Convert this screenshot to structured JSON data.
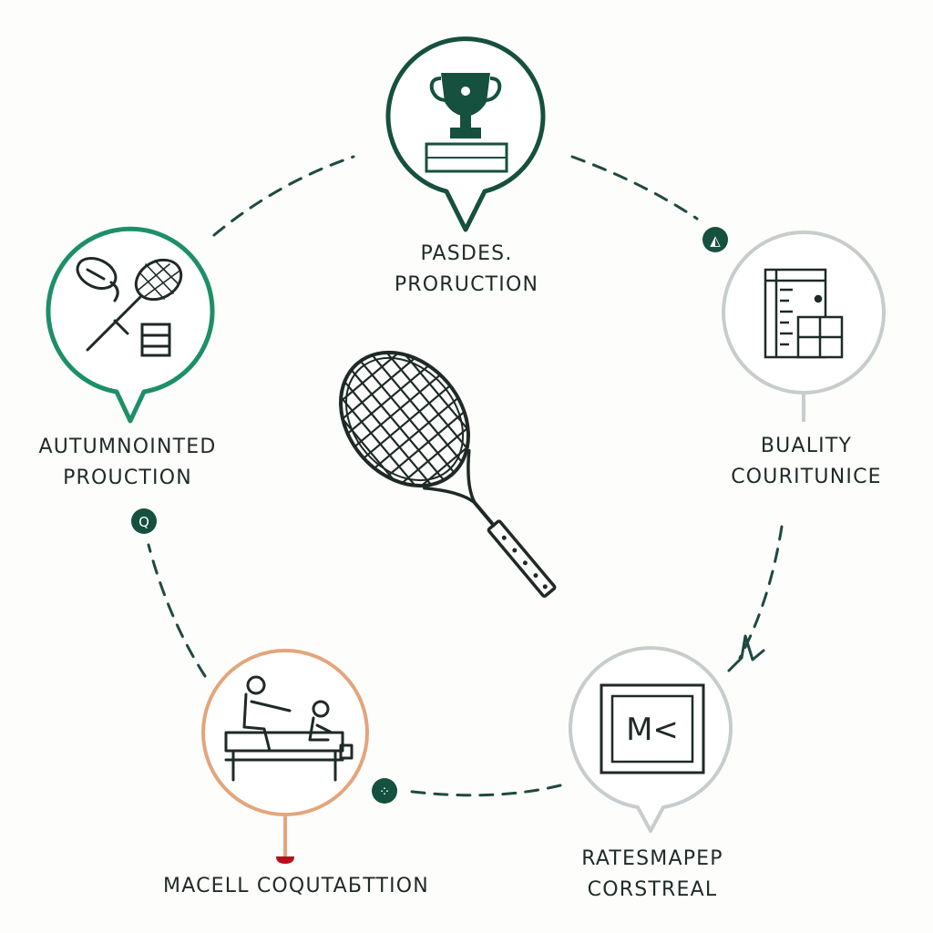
{
  "colors": {
    "dark_green": "#16503f",
    "teal_green": "#1c8f68",
    "gray_ring": "#c7cdcc",
    "tan_ring": "#e3a57c",
    "ink": "#1f2a27",
    "red_dot": "#b3121c"
  },
  "center": {
    "icon": "tennis-racket-icon"
  },
  "nodes": [
    {
      "id": "top",
      "icon": "trophy-icon",
      "ring": "dark_green",
      "line1": "PASDES.",
      "line2": "PRORUCTION"
    },
    {
      "id": "right",
      "icon": "spreadsheet-icon",
      "ring": "gray_ring",
      "line1": "BUALITY",
      "line2": "COURITUNICE"
    },
    {
      "id": "bottom-right",
      "icon": "monitor-icon",
      "ring": "gray_ring",
      "screen_text": "M<",
      "line1": "RATESMAPEP",
      "line2": "CORSTREAL"
    },
    {
      "id": "bottom-left",
      "icon": "workers-icon",
      "ring": "tan_ring",
      "line1": "MACELL COQUTAБTTION",
      "line2": ""
    },
    {
      "id": "left",
      "icon": "racket-tools-icon",
      "ring": "teal_green",
      "line1": "AUTUMNOINTED",
      "line2": "PROUCTION"
    }
  ],
  "markers": [
    {
      "id": "marker-right",
      "glyph": "◭"
    },
    {
      "id": "marker-left",
      "glyph": "Q"
    },
    {
      "id": "marker-bottom",
      "glyph": "⁘"
    }
  ]
}
